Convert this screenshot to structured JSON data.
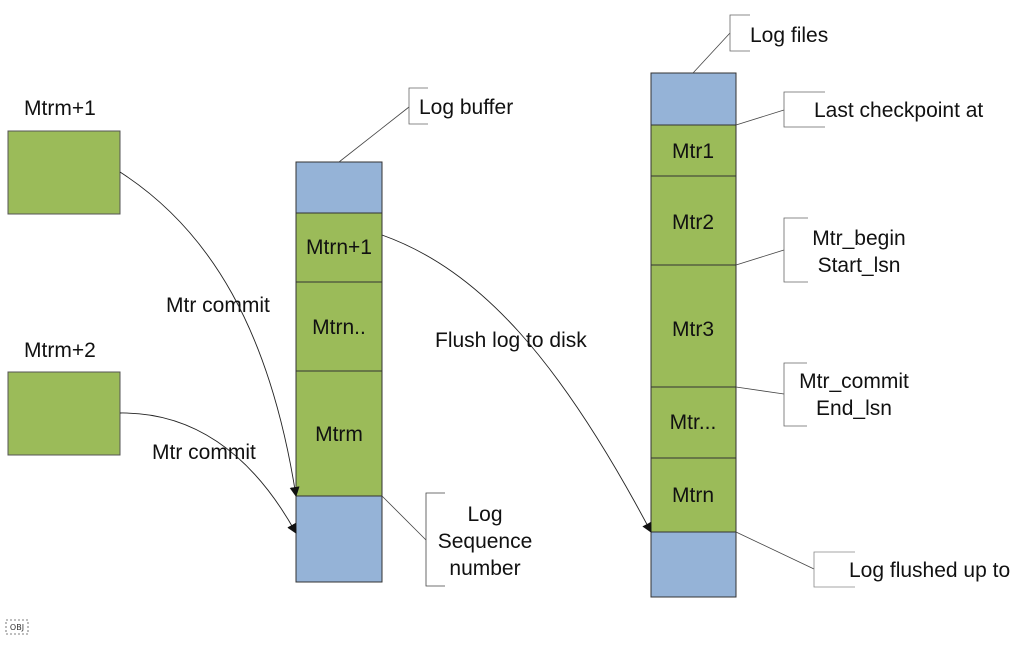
{
  "colors": {
    "green": "#9bbb59",
    "blue": "#95b3d7",
    "border": "#333333",
    "line": "#444444"
  },
  "standalone_blocks": [
    {
      "label": "Mtrm+1"
    },
    {
      "label": "Mtrm+2"
    }
  ],
  "log_buffer": {
    "title": "Log buffer",
    "segments": [
      {
        "label": "",
        "kind": "free"
      },
      {
        "label": "Mtrn+1",
        "kind": "mtr"
      },
      {
        "label": "Mtrn..",
        "kind": "mtr"
      },
      {
        "label": "Mtrm",
        "kind": "mtr"
      },
      {
        "label": "",
        "kind": "free"
      }
    ],
    "lsn_callout": [
      "Log",
      "Sequence",
      "number"
    ]
  },
  "log_files": {
    "title": "Log files",
    "segments": [
      {
        "label": "",
        "kind": "free"
      },
      {
        "label": "Mtr1",
        "kind": "mtr"
      },
      {
        "label": "Mtr2",
        "kind": "mtr"
      },
      {
        "label": "Mtr3",
        "kind": "mtr"
      },
      {
        "label": "Mtr...",
        "kind": "mtr"
      },
      {
        "label": "Mtrn",
        "kind": "mtr"
      },
      {
        "label": "",
        "kind": "free"
      }
    ],
    "callouts": {
      "checkpoint": "Last checkpoint at",
      "begin": [
        "Mtr_begin",
        "Start_lsn"
      ],
      "commit": [
        "Mtr_commit",
        "End_lsn"
      ],
      "flushed": "Log flushed up to"
    }
  },
  "edges": {
    "commit1": "Mtr commit",
    "commit2": "Mtr commit",
    "flush": "Flush log to disk"
  },
  "placeholder_tag": "OBJ"
}
